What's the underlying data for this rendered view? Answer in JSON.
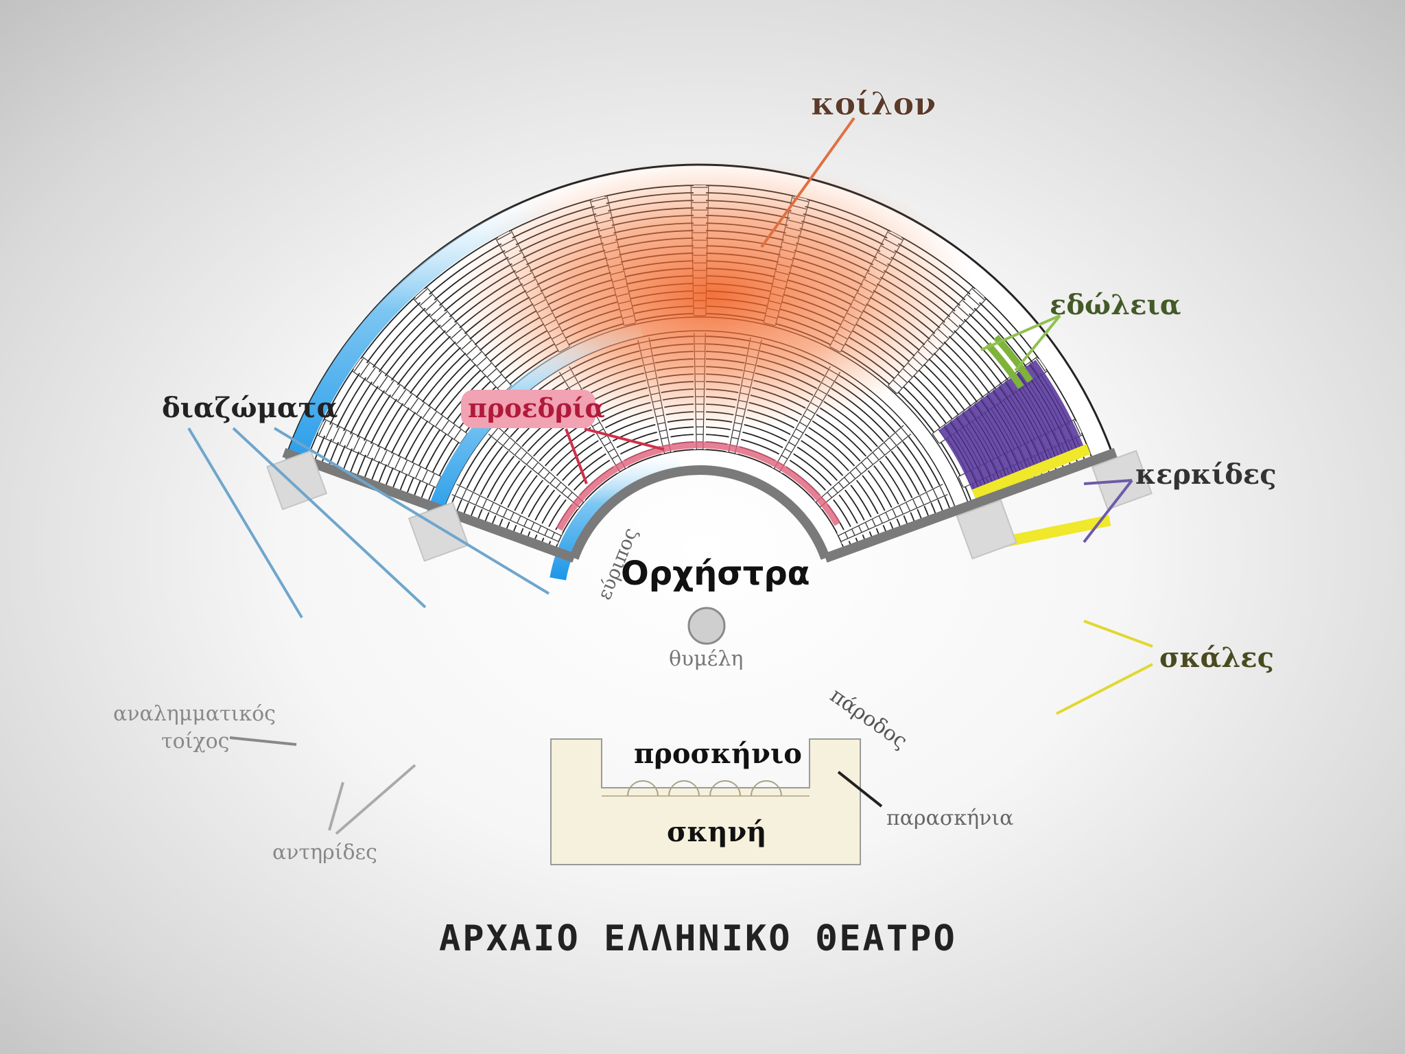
{
  "title": "ΑΡΧΑΙΟ ΕΛΛΗΝΙΚΟ ΘΕΑΤΡΟ",
  "labels": {
    "koilon": "κοίλον",
    "edoleia": "εδώλεια",
    "kerkides": "κερκίδες",
    "skales": "σκάλες",
    "diazomata": "διαζώματα",
    "proedria": "προεδρία",
    "evripos": "εύριπος",
    "orchestra": "Ορχήστρα",
    "thymeli": "θυμέλη",
    "parodos": "πάροδος",
    "proskinio": "προσκήνιο",
    "skini": "σκηνή",
    "paraskinia": "παρασκήνια",
    "analimmatikos_line1": "αναλημματικός",
    "analimmatikos_line2": "τοίχος",
    "antirides": "αντηρίδες"
  },
  "colors": {
    "koilon": "#f26a2c",
    "edoleia": "#7fb33a",
    "kerkides": "#5b3b9e",
    "skales": "#f0e82a",
    "diazomata": "#29a3e6",
    "proedria": "#e0607a",
    "walls": "#7a7a7a",
    "skini": "#f6f1dc"
  }
}
